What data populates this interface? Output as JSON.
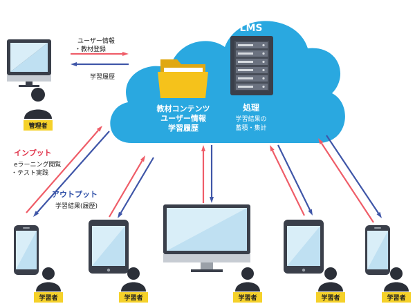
{
  "cloud": {
    "title": "LMS",
    "folder_lines": [
      "教材コンテンツ",
      "ユーザー情報",
      "学習履歴"
    ],
    "process_title": "処理",
    "process_lines": [
      "学習結果の",
      "蓄積・集計"
    ]
  },
  "admin": {
    "badge": "管理者",
    "to_lms_lines": [
      "ユーザー情報",
      "・教材登録"
    ],
    "from_lms": "学習履歴"
  },
  "legend": {
    "input_title": "インプット",
    "input_lines": [
      "eラーニング閲覧",
      "・テスト実践"
    ],
    "output_title": "アウトプット",
    "output_line": "学習結果(履歴)"
  },
  "learners": {
    "badge": "学習者"
  },
  "colors": {
    "cloud": "#2aa8e0",
    "input_arrow": "#ef5d68",
    "output_arrow": "#3f56a8",
    "folder": "#f5c21b",
    "server": "#3a3f4a",
    "badge": "#f5d12a",
    "person": "#2b2f38",
    "input_text": "#e0334a",
    "output_text": "#2f50a8"
  },
  "icons": [
    "monitor-icon",
    "phone-icon",
    "tablet-icon",
    "folder-icon",
    "server-icon",
    "person-icon"
  ]
}
